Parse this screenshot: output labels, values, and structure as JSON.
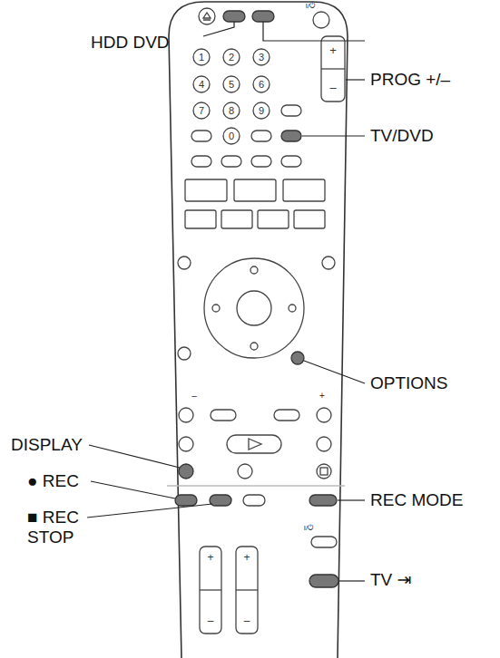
{
  "diagram": {
    "labels": [
      "HDD DVD",
      "I/⏻",
      "+",
      "–",
      "PROG +/–",
      "1",
      "2",
      "3",
      "4",
      "5",
      "6",
      "7",
      "8",
      "9",
      "0",
      "TV/DVD",
      "OPTIONS",
      "–",
      "+",
      "DISPLAY",
      "● REC",
      "■ REC STOP",
      "REC MODE",
      "I/⏻",
      "+",
      "+",
      "–",
      "–",
      "TV ⇥"
    ]
  }
}
